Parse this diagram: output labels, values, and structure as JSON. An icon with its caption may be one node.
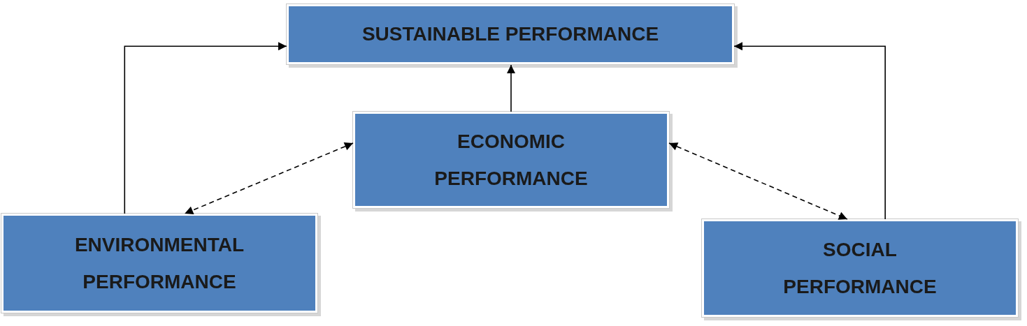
{
  "diagram": {
    "nodes": [
      {
        "text": [
          "SUSTAINABLE PERFORMANCE"
        ]
      },
      {
        "text": [
          "ECONOMIC PERFORMANCE"
        ]
      },
      {
        "text": [
          "ENVIRONMENTAL PERFORMANCE"
        ]
      },
      {
        "text": [
          "SOCIAL PERFORMANCE"
        ]
      }
    ],
    "edges": [
      {
        "from": 2,
        "to": 0,
        "arrow": "to"
      },
      {
        "from": 1,
        "to": 0,
        "arrow": "to"
      },
      {
        "from": 3,
        "to": 0,
        "arrow": "to"
      },
      {
        "from": 1,
        "to": 2,
        "arrow": "both",
        "style": "dashed"
      },
      {
        "from": 1,
        "to": 3,
        "arrow": "both",
        "style": "dashed"
      }
    ]
  }
}
